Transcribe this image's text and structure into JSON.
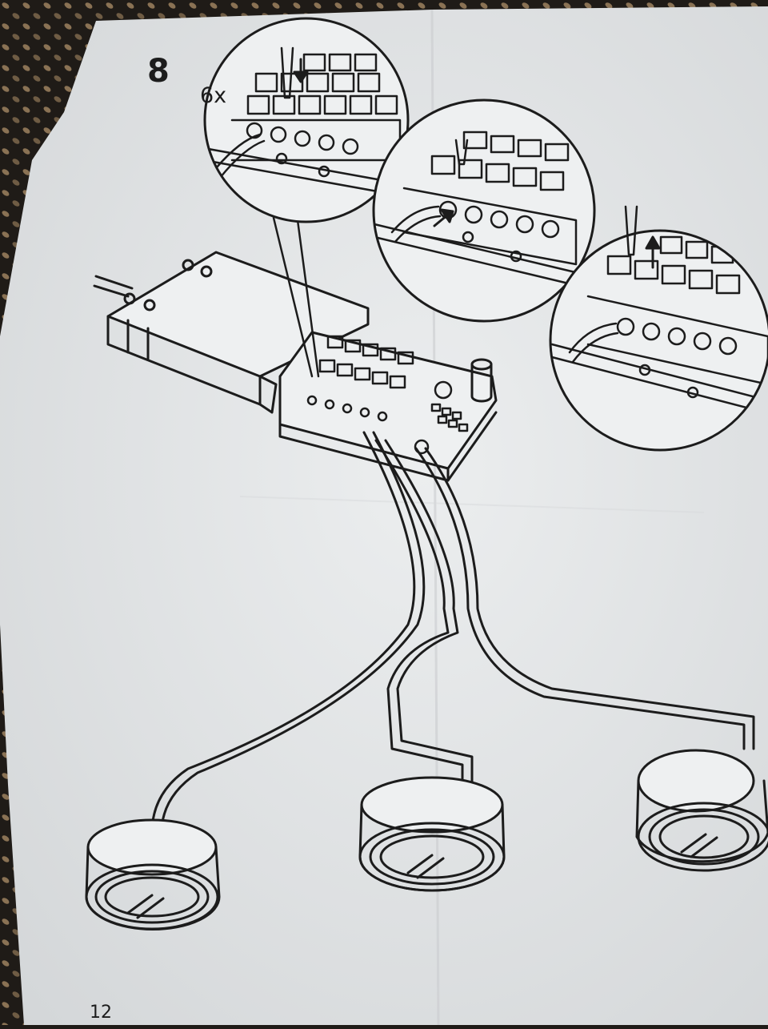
{
  "page": {
    "step_number": "8",
    "quantity_label": "6x",
    "page_number": "12"
  },
  "colors": {
    "paper": "#e7e9ea",
    "paper_shadow": "#cfd2d4",
    "ink": "#1c1c1c",
    "background": "#1f1b17",
    "background_pattern": "#8a7254"
  },
  "illustration": {
    "icons": [
      "driver-box-icon",
      "terminal-block-icon",
      "screwdriver-icon",
      "push-arrow-icon",
      "pull-arrow-icon",
      "cable-icon",
      "puck-light-icon"
    ],
    "detail_callouts": 3,
    "puck_lights": 3
  }
}
